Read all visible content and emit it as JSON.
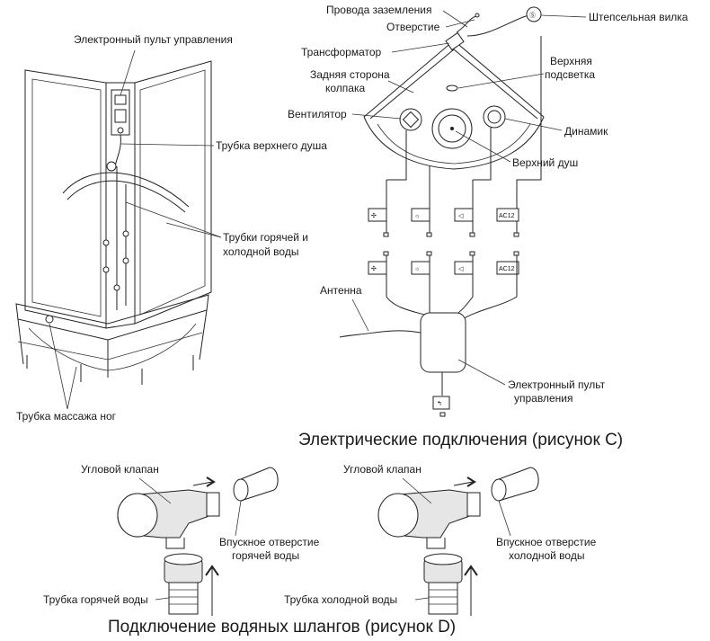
{
  "shower_labels": {
    "control_panel": "Электронный пульт управления",
    "top_shower_tube": "Трубка верхнего душа",
    "water_tubes_line1": "Трубки горячей и",
    "water_tubes_line2": "холодной воды",
    "foot_massage": "Трубка массажа ног"
  },
  "electrical_labels": {
    "ground_wires": "Провода заземления",
    "hole": "Отверстие",
    "plug": "Штепсельная вилка",
    "transformer": "Трансформатор",
    "back_side_line1": "Задняя сторона",
    "back_side_line2": "колпака",
    "top_light_line1": "Верхняя",
    "top_light_line2": "подсветка",
    "fan": "Вентилятор",
    "speaker": "Динамик",
    "top_shower": "Верхний душ",
    "antenna": "Антенна",
    "panel_line1": "Электронный пульт",
    "panel_line2": "управления",
    "ac12": "AC12"
  },
  "titles": {
    "electrical": "Электрические подключения (рисунок C)",
    "water": "Подключение водяных шлангов (рисунок D)"
  },
  "hot_water": {
    "valve": "Угловой клапан",
    "inlet_line1": "Впускное отверстие",
    "inlet_line2": "горячей воды",
    "hose": "Трубка горячей воды"
  },
  "cold_water": {
    "valve": "Угловой клапан",
    "inlet_line1": "Впускное отверстие",
    "inlet_line2": "холодной воды",
    "hose": "Трубка холодной воды"
  }
}
